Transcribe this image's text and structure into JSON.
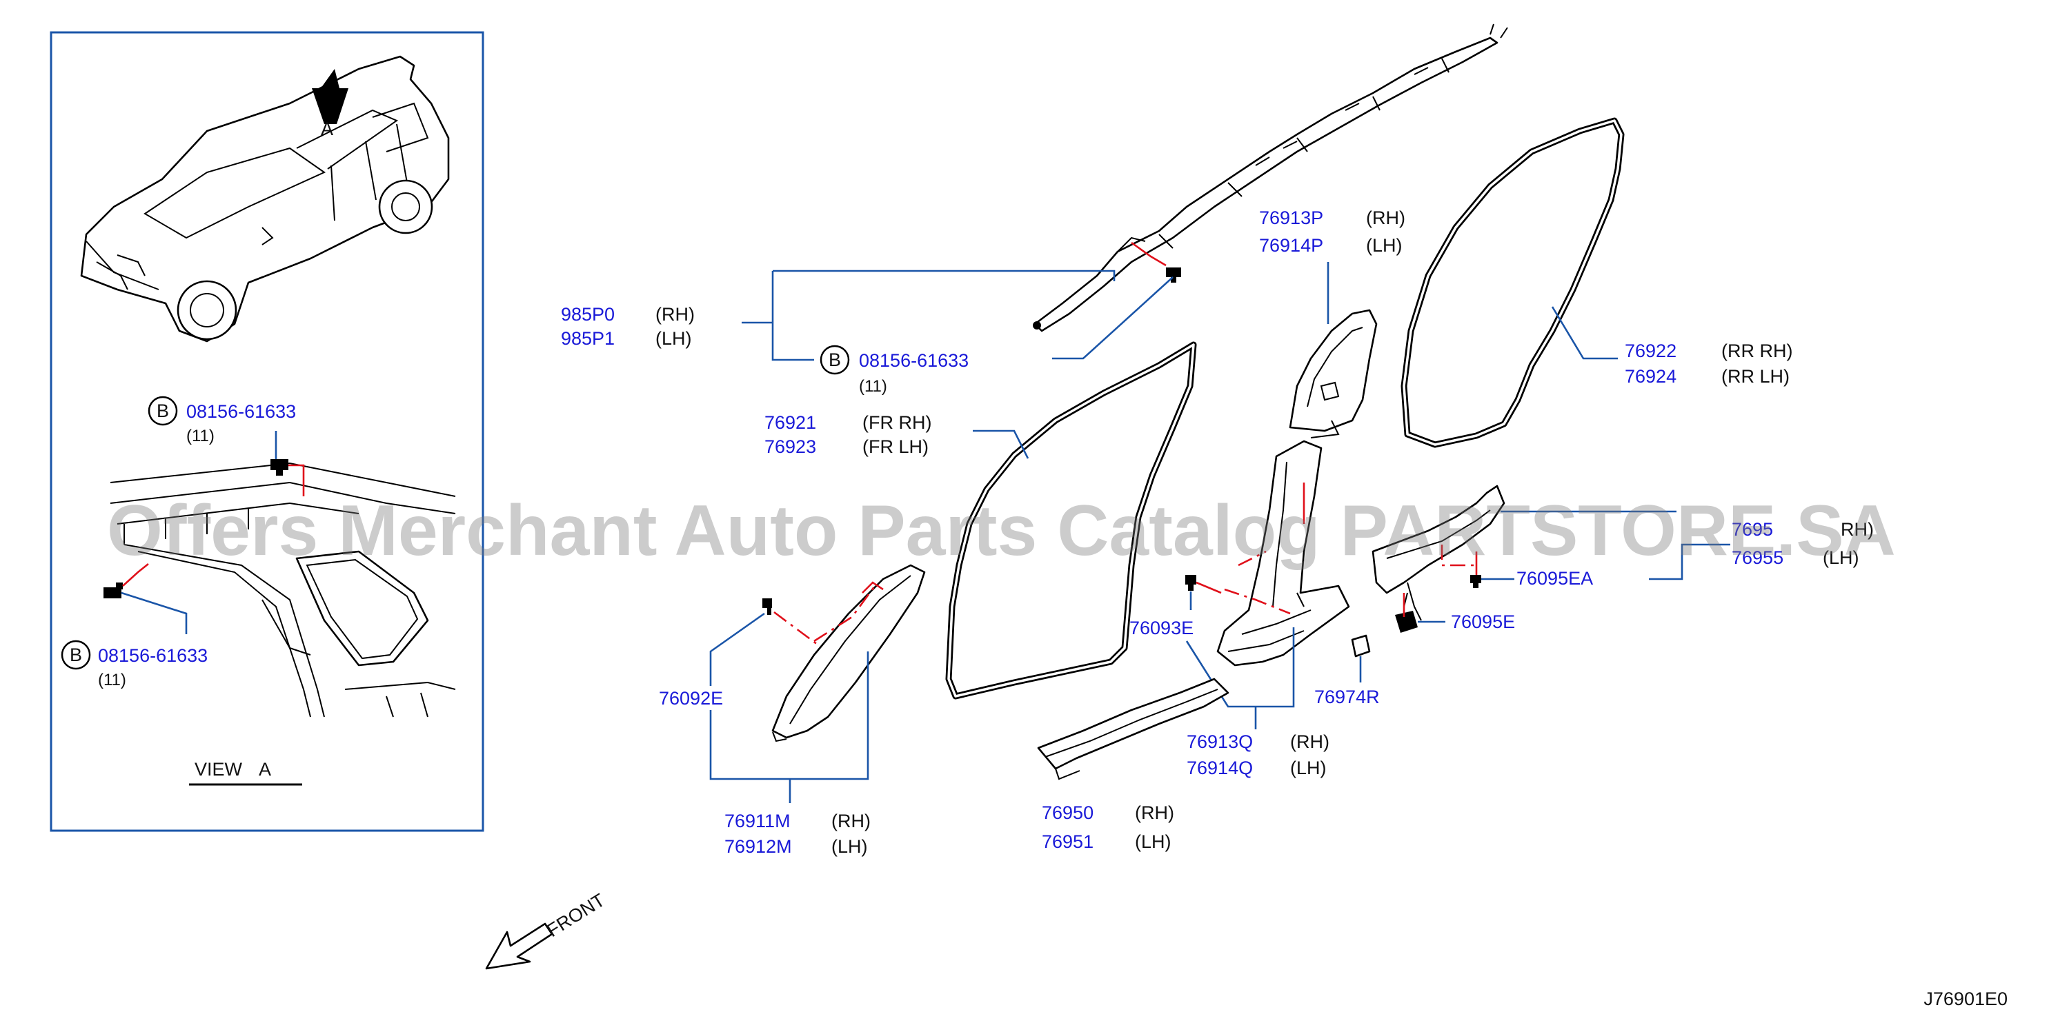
{
  "watermark": "Offers Merchant Auto Parts Catalog PARTSTORE.SA",
  "diagram_code": "J76901E0",
  "front_label": "FRONT",
  "inset": {
    "view_arrow_letter": "A",
    "view_caption": "VIEW A",
    "bolt_top": {
      "circle": "B",
      "part_no": "08156-61633",
      "qty": "(11)"
    },
    "bolt_bottom": {
      "circle": "B",
      "part_no": "08156-61633",
      "qty": "(11)"
    }
  },
  "callouts": [
    {
      "id": "airbag",
      "parts": [
        {
          "no": "985P0",
          "qual": "(RH)"
        },
        {
          "no": "985P1",
          "qual": "(LH)"
        }
      ]
    },
    {
      "id": "airbag-bolt",
      "circle": "B",
      "parts": [
        {
          "no": "08156-61633",
          "qual": ""
        }
      ],
      "qty": "(11)"
    },
    {
      "id": "front-door-seal",
      "parts": [
        {
          "no": "76921",
          "qual": "(FR   RH)"
        },
        {
          "no": "76923",
          "qual": "(FR   LH)"
        }
      ]
    },
    {
      "id": "center-pillar-upper",
      "parts": [
        {
          "no": "76913P",
          "qual": "(RH)"
        },
        {
          "no": "76914P",
          "qual": "(LH)"
        }
      ]
    },
    {
      "id": "rear-door-seal",
      "parts": [
        {
          "no": "76922",
          "qual": "(RR   RH)"
        },
        {
          "no": "76924",
          "qual": "(RR   LH)"
        }
      ]
    },
    {
      "id": "rear-kicking-plate",
      "parts": [
        {
          "no": "7695",
          "qual": "RH)"
        },
        {
          "no": "76955",
          "qual": "(LH)"
        }
      ]
    },
    {
      "id": "clip-ea",
      "parts": [
        {
          "no": "76095EA",
          "qual": ""
        }
      ]
    },
    {
      "id": "clip-e",
      "parts": [
        {
          "no": "76095E",
          "qual": ""
        }
      ]
    },
    {
      "id": "clip-93e",
      "parts": [
        {
          "no": "76093E",
          "qual": ""
        }
      ]
    },
    {
      "id": "clip-974r",
      "parts": [
        {
          "no": "76974R",
          "qual": ""
        }
      ]
    },
    {
      "id": "clip-92e",
      "parts": [
        {
          "no": "76092E",
          "qual": ""
        }
      ]
    },
    {
      "id": "center-pillar-lower",
      "parts": [
        {
          "no": "76913Q",
          "qual": "(RH)"
        },
        {
          "no": "76914Q",
          "qual": "(LH)"
        }
      ]
    },
    {
      "id": "front-pillar",
      "parts": [
        {
          "no": "76911M",
          "qual": "(RH)"
        },
        {
          "no": "76912M",
          "qual": "(LH)"
        }
      ]
    },
    {
      "id": "front-kicking-plate",
      "parts": [
        {
          "no": "76950",
          "qual": "(RH)"
        },
        {
          "no": "76951",
          "qual": "(LH)"
        }
      ]
    }
  ]
}
